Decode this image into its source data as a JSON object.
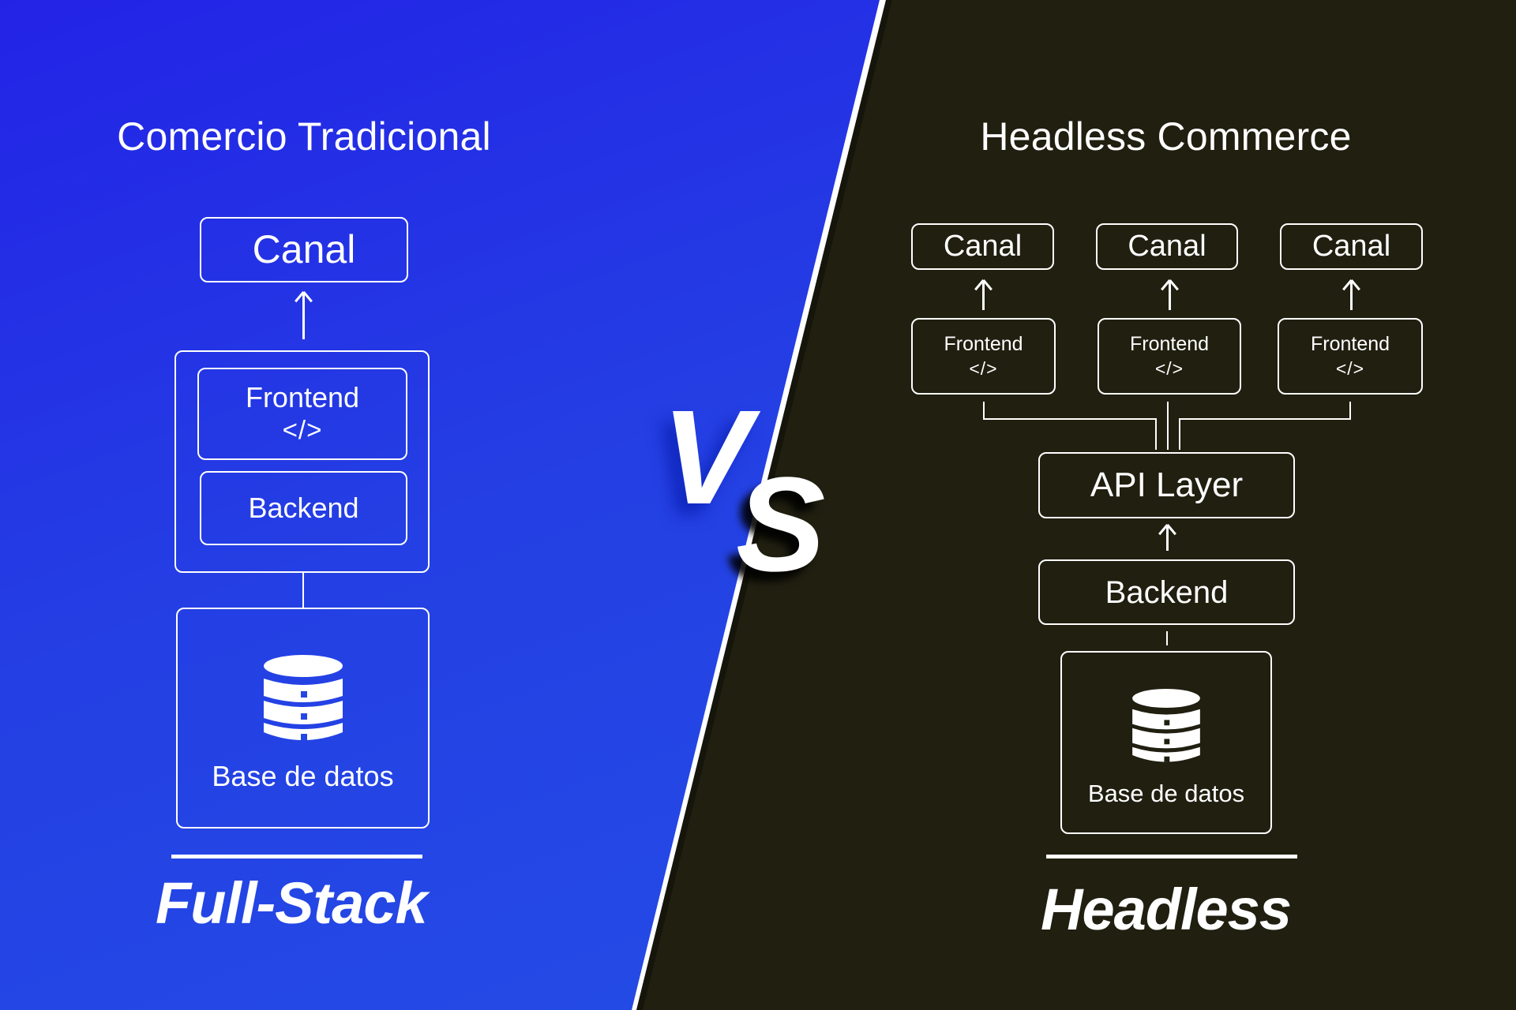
{
  "colors": {
    "left_bg_top": "#2323e6",
    "left_bg_bottom": "#2450e6",
    "right_bg": "#201f10",
    "stroke": "#ffffff"
  },
  "left": {
    "title": "Comercio Tradicional",
    "canal": "Canal",
    "frontend": "Frontend",
    "frontend_code": "</>",
    "backend": "Backend",
    "database": "Base de datos",
    "database_icon": "database-icon",
    "label": "Full-Stack"
  },
  "vs": {
    "v": "V",
    "s": "S"
  },
  "right": {
    "title": "Headless Commerce",
    "channels": [
      {
        "canal": "Canal",
        "frontend": "Frontend",
        "frontend_code": "</>"
      },
      {
        "canal": "Canal",
        "frontend": "Frontend",
        "frontend_code": "</>"
      },
      {
        "canal": "Canal",
        "frontend": "Frontend",
        "frontend_code": "</>"
      }
    ],
    "api_layer": "API Layer",
    "backend": "Backend",
    "database": "Base de datos",
    "database_icon": "database-icon",
    "label": "Headless"
  }
}
